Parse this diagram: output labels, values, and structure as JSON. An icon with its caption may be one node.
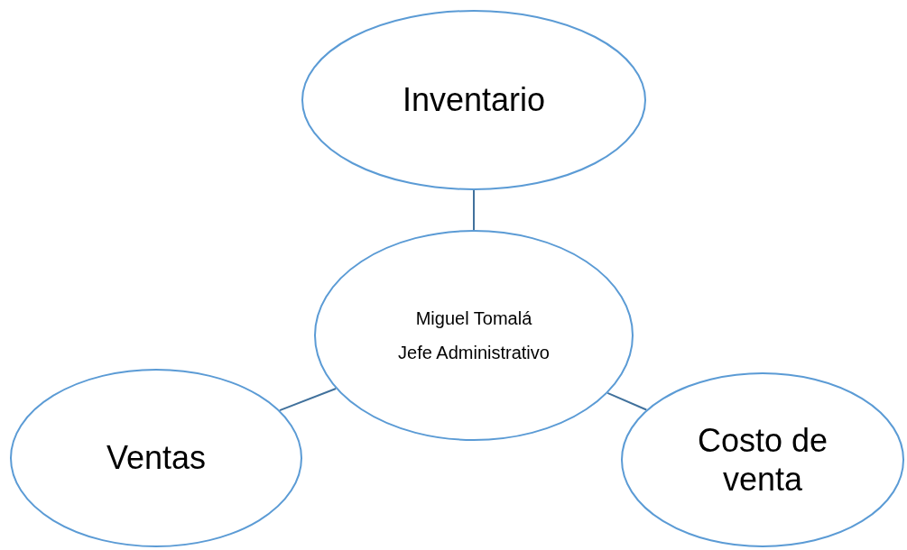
{
  "diagram": {
    "nodes": [
      {
        "text": [
          "Inventario"
        ]
      },
      {
        "text": [
          "Miguel Tomalá",
          "Jefe Administrativo"
        ]
      },
      {
        "text": [
          "Ventas"
        ]
      },
      {
        "text": [
          "Costo de venta"
        ]
      }
    ],
    "edges": [
      {
        "from": 0,
        "to": 1,
        "arrow": "none"
      },
      {
        "from": 1,
        "to": 2,
        "arrow": "none"
      },
      {
        "from": 1,
        "to": 3,
        "arrow": "none"
      }
    ]
  }
}
